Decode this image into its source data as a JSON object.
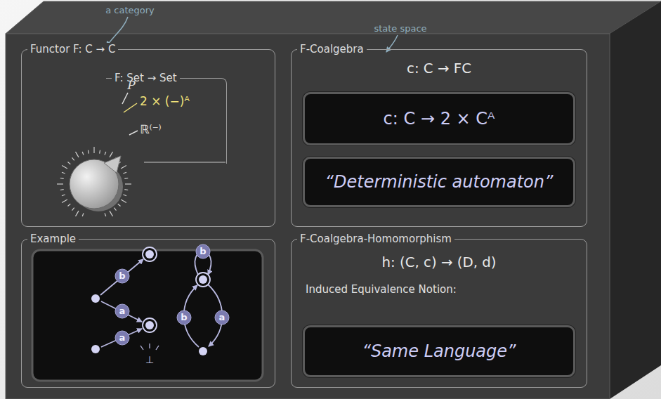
{
  "diagram": {
    "nodes": [
      {
        "text": [
          "Functor F: C → C"
        ]
      },
      {
        "text": [
          "F: Set → Set"
        ],
        "in": 0
      },
      {
        "text": [
          "F-Coalgebra",
          "c: C → FC"
        ]
      },
      {
        "text": [
          "c: C → 2 × Cᴬ"
        ],
        "in": 2
      },
      {
        "text": [
          "“Deterministic automaton”"
        ],
        "in": 2
      },
      {
        "text": [
          "Example"
        ]
      },
      {
        "text": [
          "F-Coalgebra-Homomorphism",
          "h: (C, c) → (D, d)",
          "Induced Equivalence Notion:"
        ]
      },
      {
        "text": [
          "“Same Language”"
        ],
        "in": 6
      }
    ],
    "labels": [
      "a category",
      "state space",
      "P",
      "2 × (−)ᴬ",
      "ℝ⁽⁻⁾",
      "b",
      "a",
      "a",
      "b",
      "b",
      "a",
      "⊥"
    ]
  }
}
